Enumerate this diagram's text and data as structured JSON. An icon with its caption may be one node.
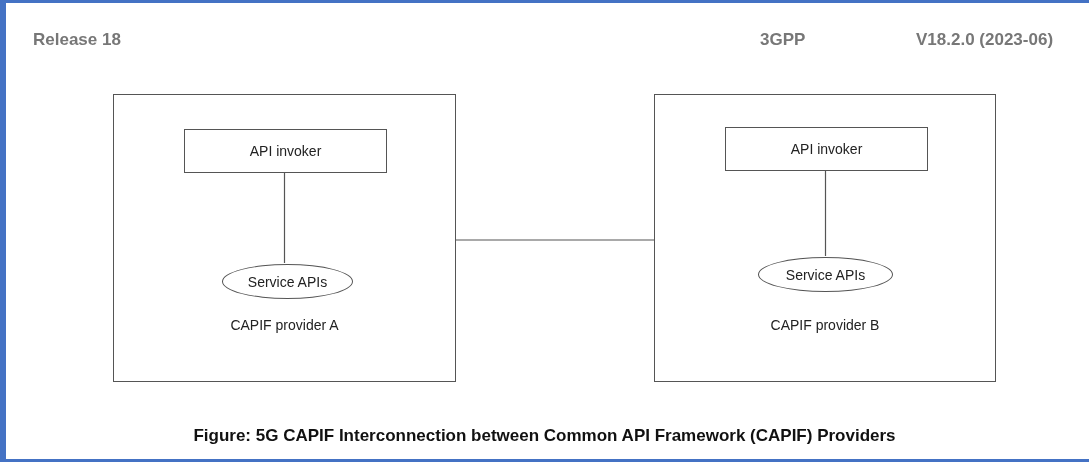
{
  "diagram": {
    "caption": "Figure: 5G CAPIF Interconnection between Common API Framework (CAPIF) Providers",
    "nodes": [
      {
        "text": [
          "CAPIF provider A"
        ]
      },
      {
        "text": [
          "API invoker"
        ],
        "in": 0
      },
      {
        "text": [
          "Service APIs"
        ],
        "in": 0
      },
      {
        "text": [
          "CAPIF provider B"
        ]
      },
      {
        "text": [
          "API invoker"
        ],
        "in": 3
      },
      {
        "text": [
          "Service APIs"
        ],
        "in": 3
      }
    ],
    "edges": [
      {
        "from": 1,
        "to": 2,
        "arrow": "none"
      },
      {
        "from": 4,
        "to": 5,
        "arrow": "none"
      },
      {
        "from": 0,
        "to": 3,
        "arrow": "none"
      }
    ],
    "labels": [
      "Release 18",
      "3GPP",
      "V18.2.0 (2023-06)"
    ]
  }
}
